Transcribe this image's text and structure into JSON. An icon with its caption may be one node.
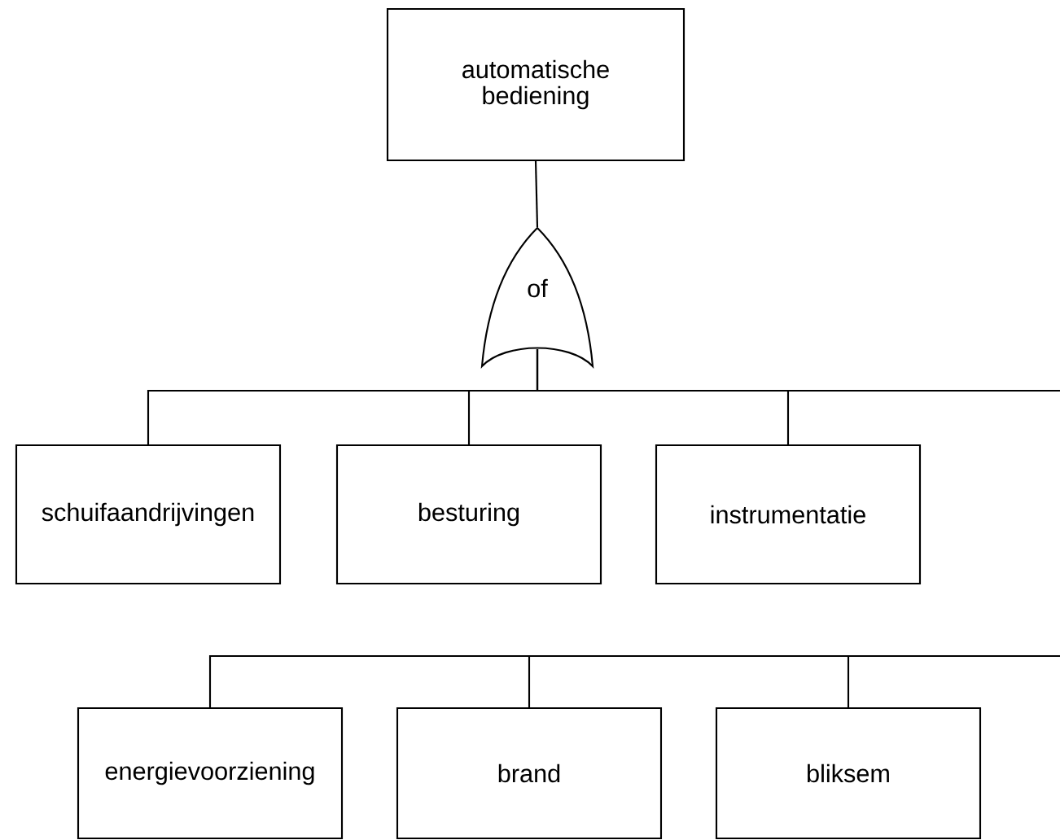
{
  "diagram": {
    "nodes": [
      {
        "text": [
          "automatische bediening"
        ]
      },
      {
        "text": [
          "of"
        ]
      },
      {
        "text": [
          "schuifaandrijvingen"
        ]
      },
      {
        "text": [
          "besturing"
        ]
      },
      {
        "text": [
          "instrumentatie"
        ]
      },
      {
        "text": [
          "energievoorziening"
        ]
      },
      {
        "text": [
          "brand"
        ]
      },
      {
        "text": [
          "bliksem"
        ]
      }
    ],
    "edges": [
      {
        "from": 0,
        "to": 1,
        "arrow": "none"
      },
      {
        "from": 1,
        "to": 2,
        "arrow": "none"
      },
      {
        "from": 1,
        "to": 3,
        "arrow": "none"
      },
      {
        "from": 1,
        "to": 4,
        "arrow": "none"
      },
      {
        "from": 1,
        "to": null,
        "arrow": "none"
      },
      {
        "from": null,
        "to": 5,
        "arrow": "none"
      },
      {
        "from": null,
        "to": 6,
        "arrow": "none"
      },
      {
        "from": null,
        "to": 7,
        "arrow": "none"
      }
    ]
  }
}
